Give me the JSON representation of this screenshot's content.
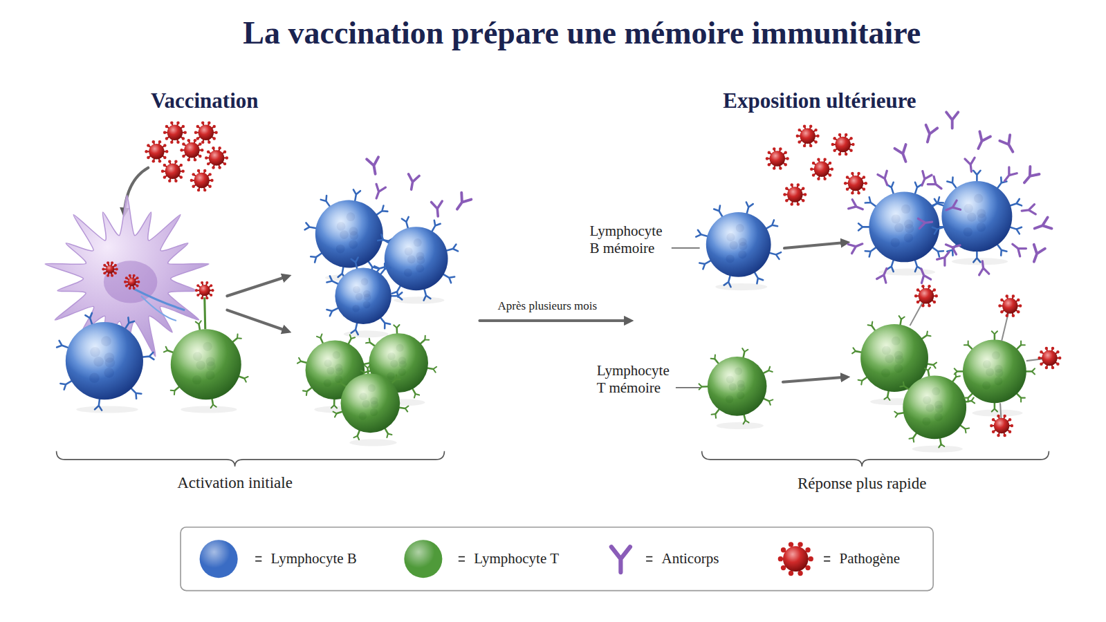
{
  "diagram": {
    "title": "La vaccination prépare une mémoire immunitaire",
    "labels": [
      "Vaccination",
      "Exposition ultérieure",
      "Après plusieurs mois",
      "Lymphocyte B mémoire",
      "Lymphocyte T mémoire",
      "Activation initiale",
      "Réponse plus rapide"
    ],
    "legend": [
      {
        "text": "Lymphocyte B",
        "color": "#3a6cc4"
      },
      {
        "text": "Lymphocyte T",
        "color": "#4f9a3a"
      },
      {
        "text": "Anticorps"
      },
      {
        "text": "Pathogène"
      }
    ]
  }
}
